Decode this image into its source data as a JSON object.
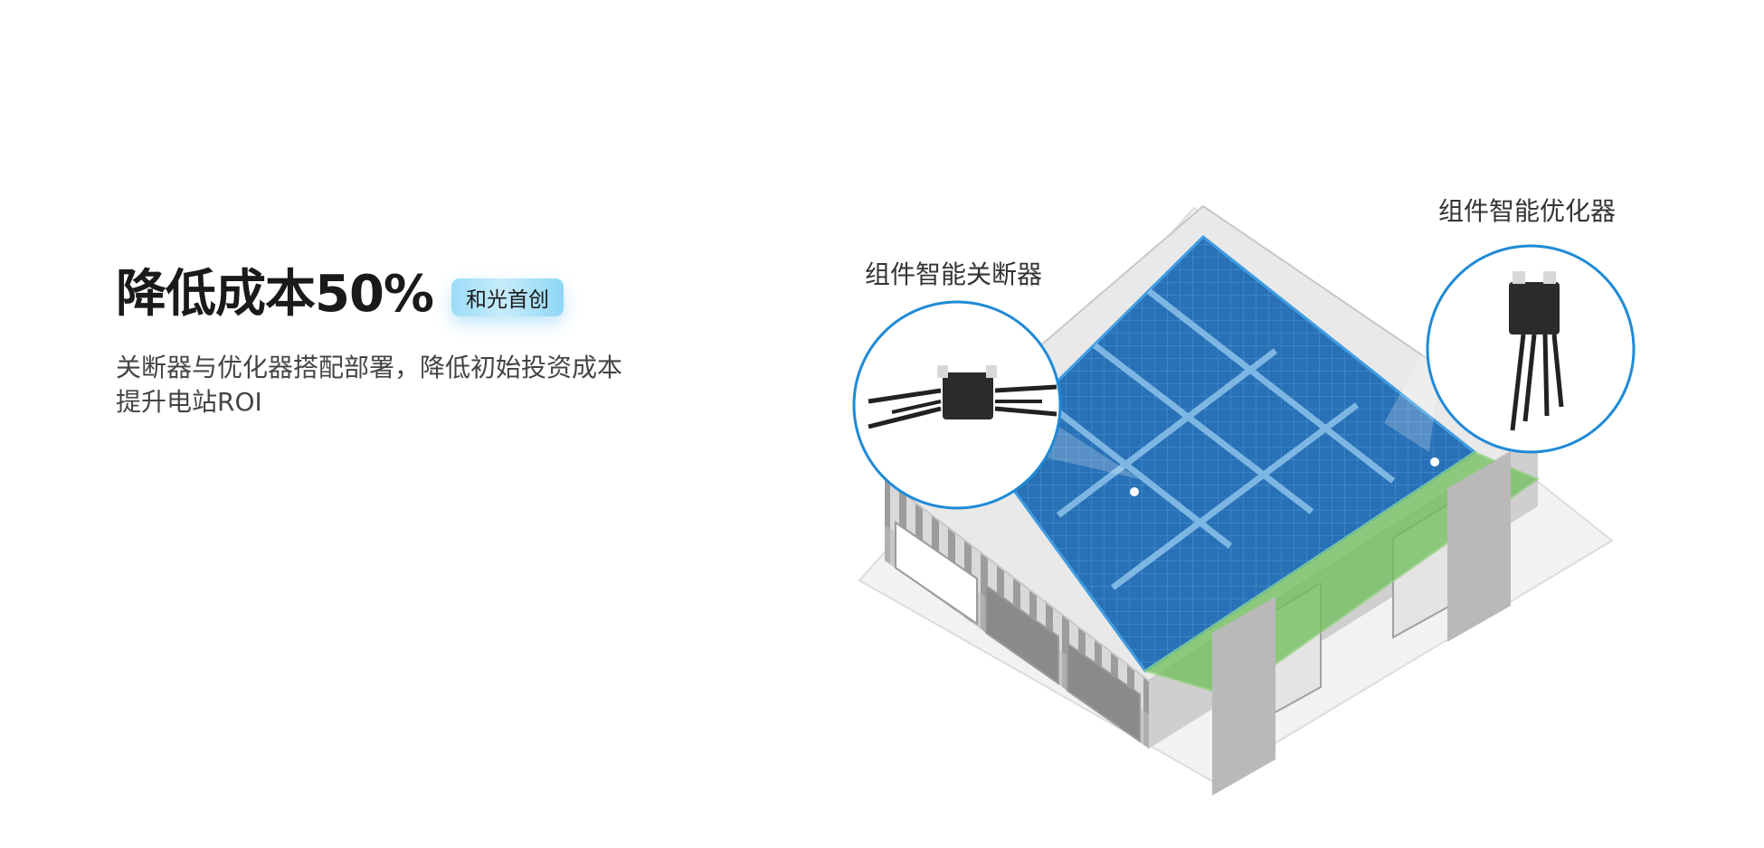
{
  "hero": {
    "headline": "降低成本50%",
    "badge": "和光首创",
    "description_line1": "关断器与优化器搭配部署，降低初始投资成本",
    "description_line2": "提升电站ROI"
  },
  "illustration": {
    "label_shutdown": "组件智能关断器",
    "label_optimizer": "组件智能优化器"
  },
  "colors": {
    "accent_blue": "#1f8ad6",
    "panel_blue": "#1c5fa6",
    "highlight_green": "#6fbf5a",
    "badge_gradient_start": "#9bdcf7"
  }
}
